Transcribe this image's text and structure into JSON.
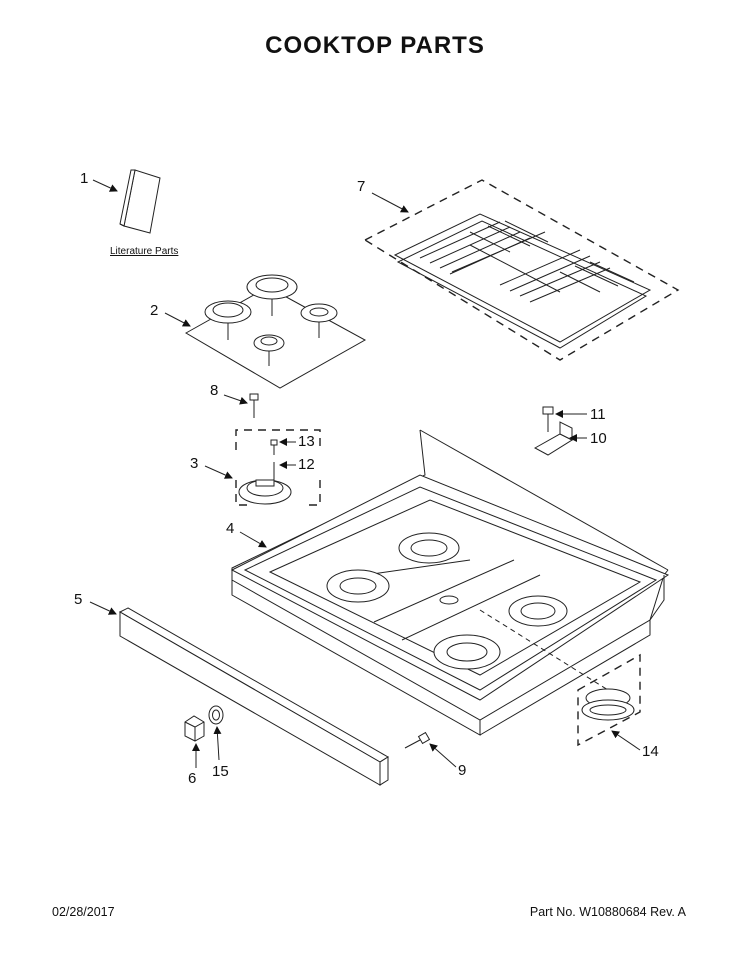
{
  "page": {
    "title": "COOKTOP PARTS",
    "footer_date": "02/28/2017",
    "footer_part": "Part No.  W10880684  Rev.  A"
  },
  "callouts": {
    "c1": "1",
    "c2": "2",
    "c3": "3",
    "c4": "4",
    "c5": "5",
    "c6": "6",
    "c7": "7",
    "c8": "8",
    "c9": "9",
    "c10": "10",
    "c11": "11",
    "c12": "12",
    "c13": "13",
    "c14": "14",
    "c15": "15"
  },
  "labels": {
    "literature": "Literature Parts"
  }
}
